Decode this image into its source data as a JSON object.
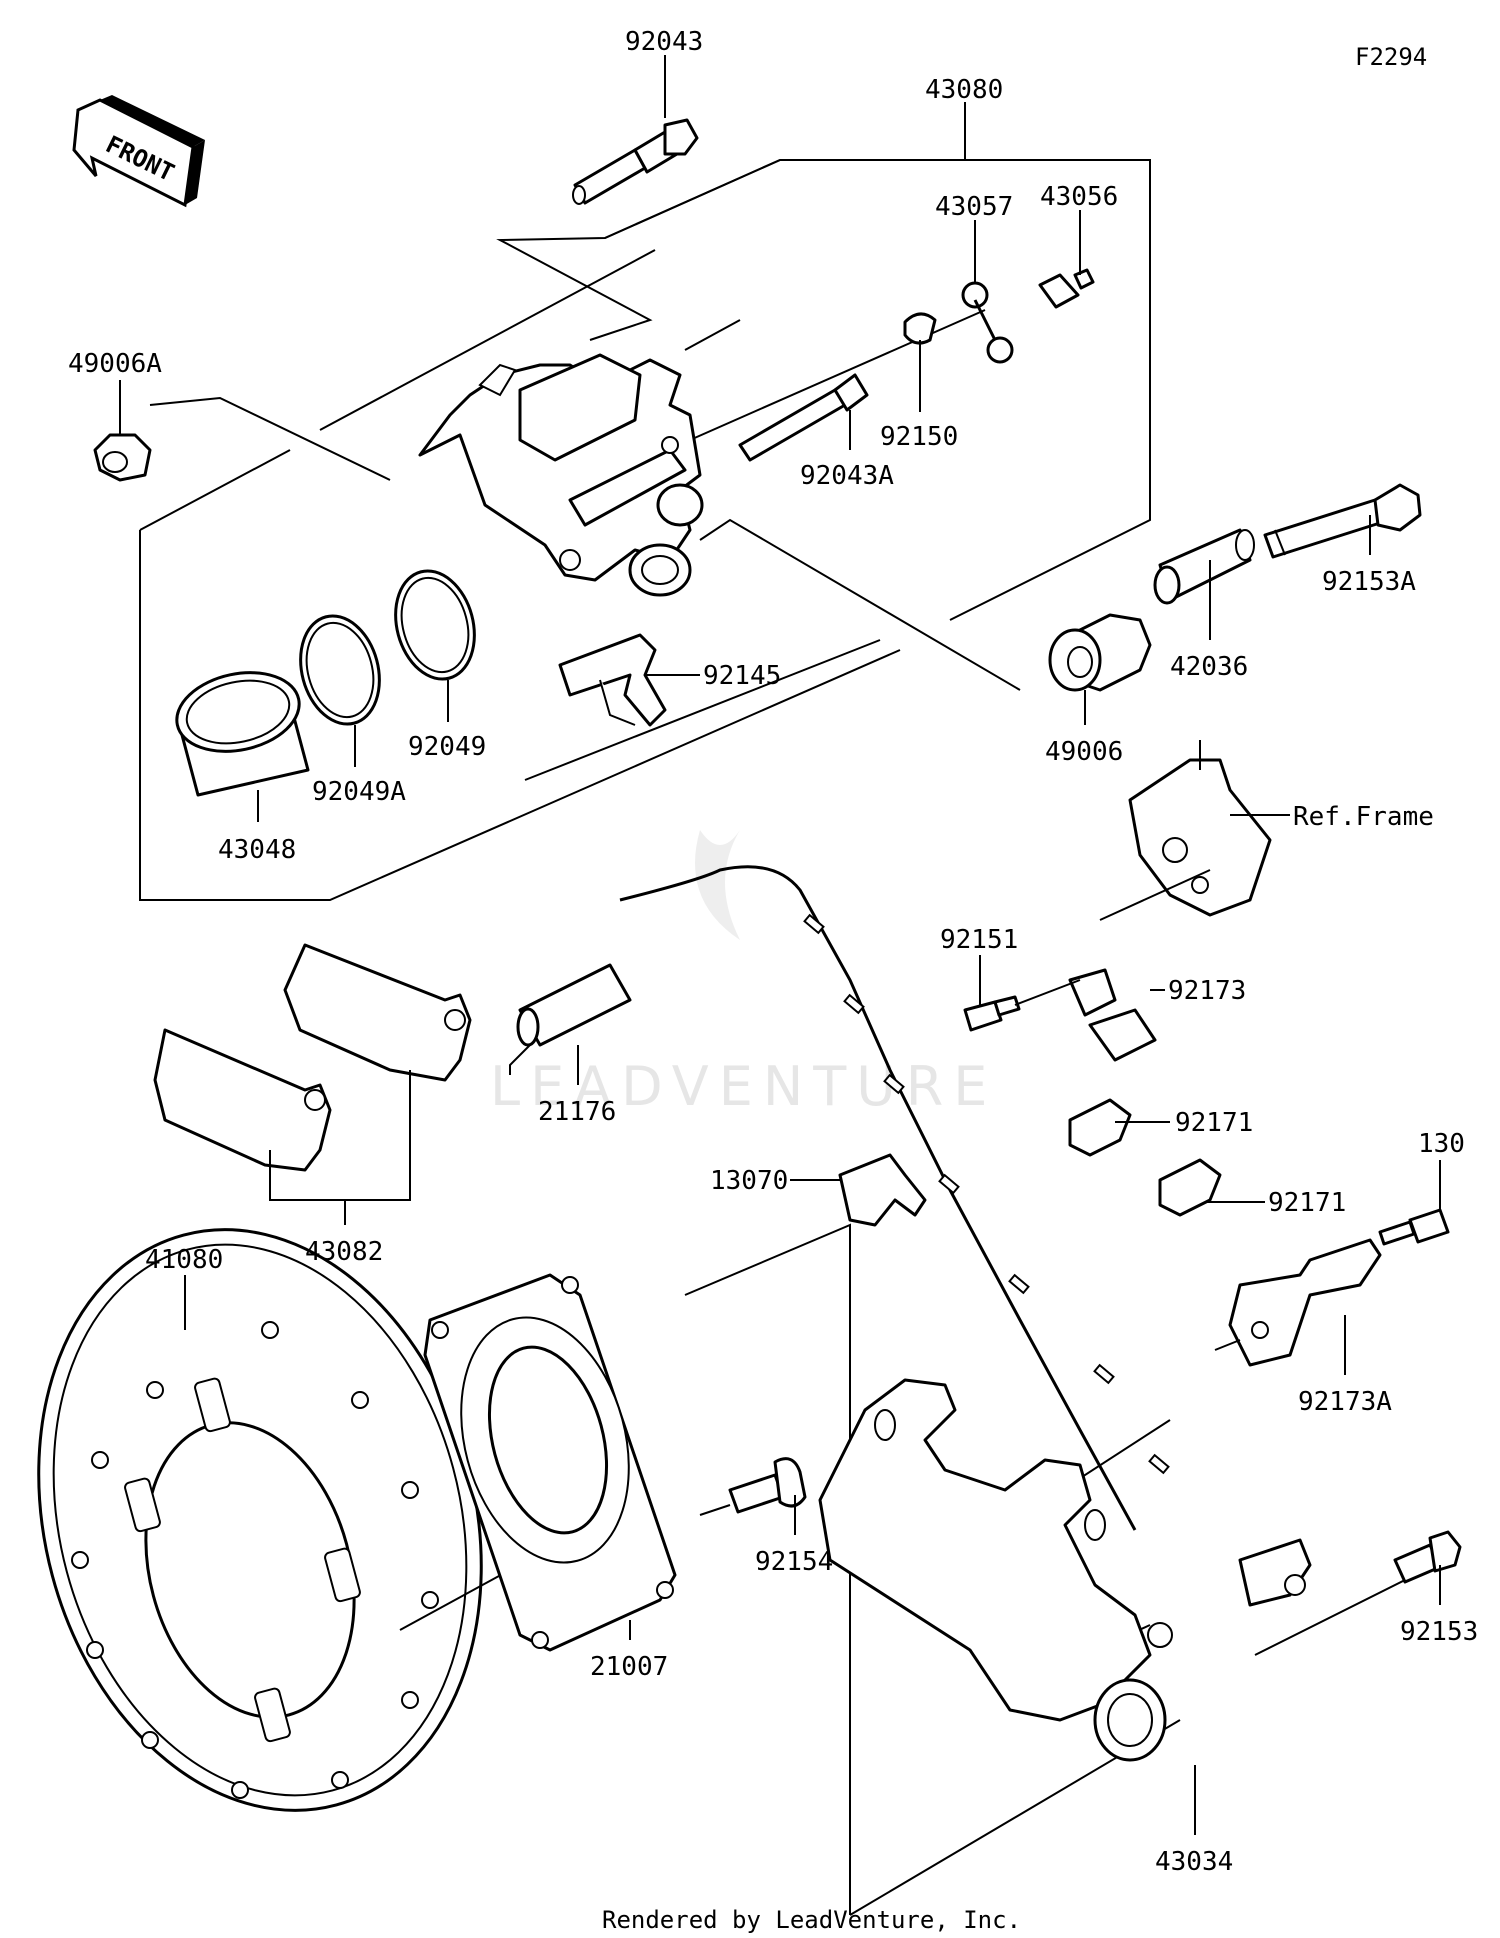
{
  "figure_id": "F2294",
  "front_label": "FRONT",
  "watermark": "LEADVENTURE",
  "footer": "Rendered by LeadVenture, Inc.",
  "ref_frame": "Ref.Frame",
  "parts": {
    "p92043": "92043",
    "p43080": "43080",
    "p43057": "43057",
    "p43056": "43056",
    "p49006A": "49006A",
    "p92150": "92150",
    "p92043A": "92043A",
    "p92153A": "92153A",
    "p92145": "92145",
    "p42036": "42036",
    "p49006": "49006",
    "p92049": "92049",
    "p92049A": "92049A",
    "p43048": "43048",
    "p92151": "92151",
    "p92173": "92173",
    "p21176": "21176",
    "p92171a": "92171",
    "p92171b": "92171",
    "p130": "130",
    "p13070": "13070",
    "p43082": "43082",
    "p41080": "41080",
    "p92173A": "92173A",
    "p92154": "92154",
    "p21007": "21007",
    "p92153": "92153",
    "p43034": "43034"
  }
}
